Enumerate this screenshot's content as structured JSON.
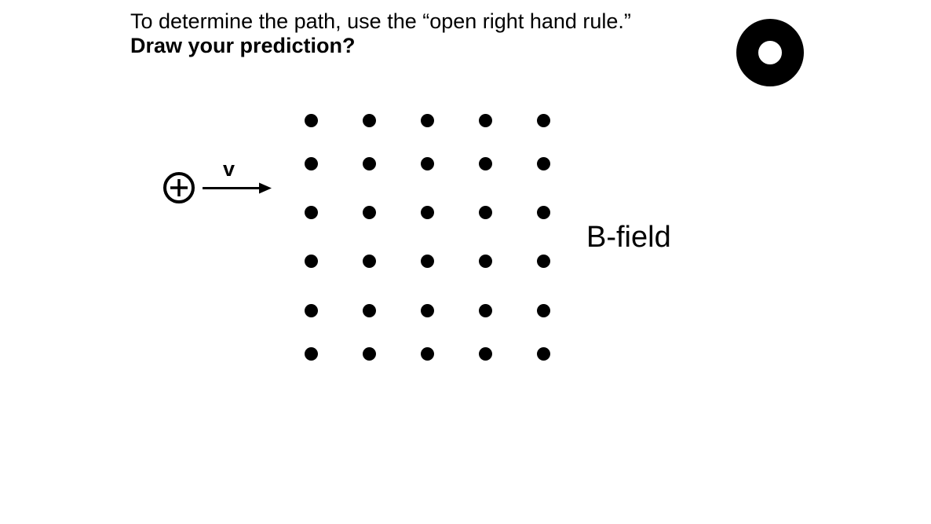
{
  "slide": {
    "background": "#ffffff",
    "ink_color": "#000000"
  },
  "header": {
    "instruction": "To determine the path, use the “open right hand rule.”",
    "prompt": "Draw your prediction?"
  },
  "diagram": {
    "charge": {
      "symbol": "+",
      "kind": "positive-charge-in-circle"
    },
    "velocity": {
      "label": "v",
      "direction": "right"
    },
    "field": {
      "label": "B-field",
      "grid": {
        "rows": 6,
        "cols": 5,
        "dot_count": 30,
        "dot_color": "#000000"
      }
    }
  },
  "decorations": {
    "ring": {
      "color": "#000000"
    }
  }
}
